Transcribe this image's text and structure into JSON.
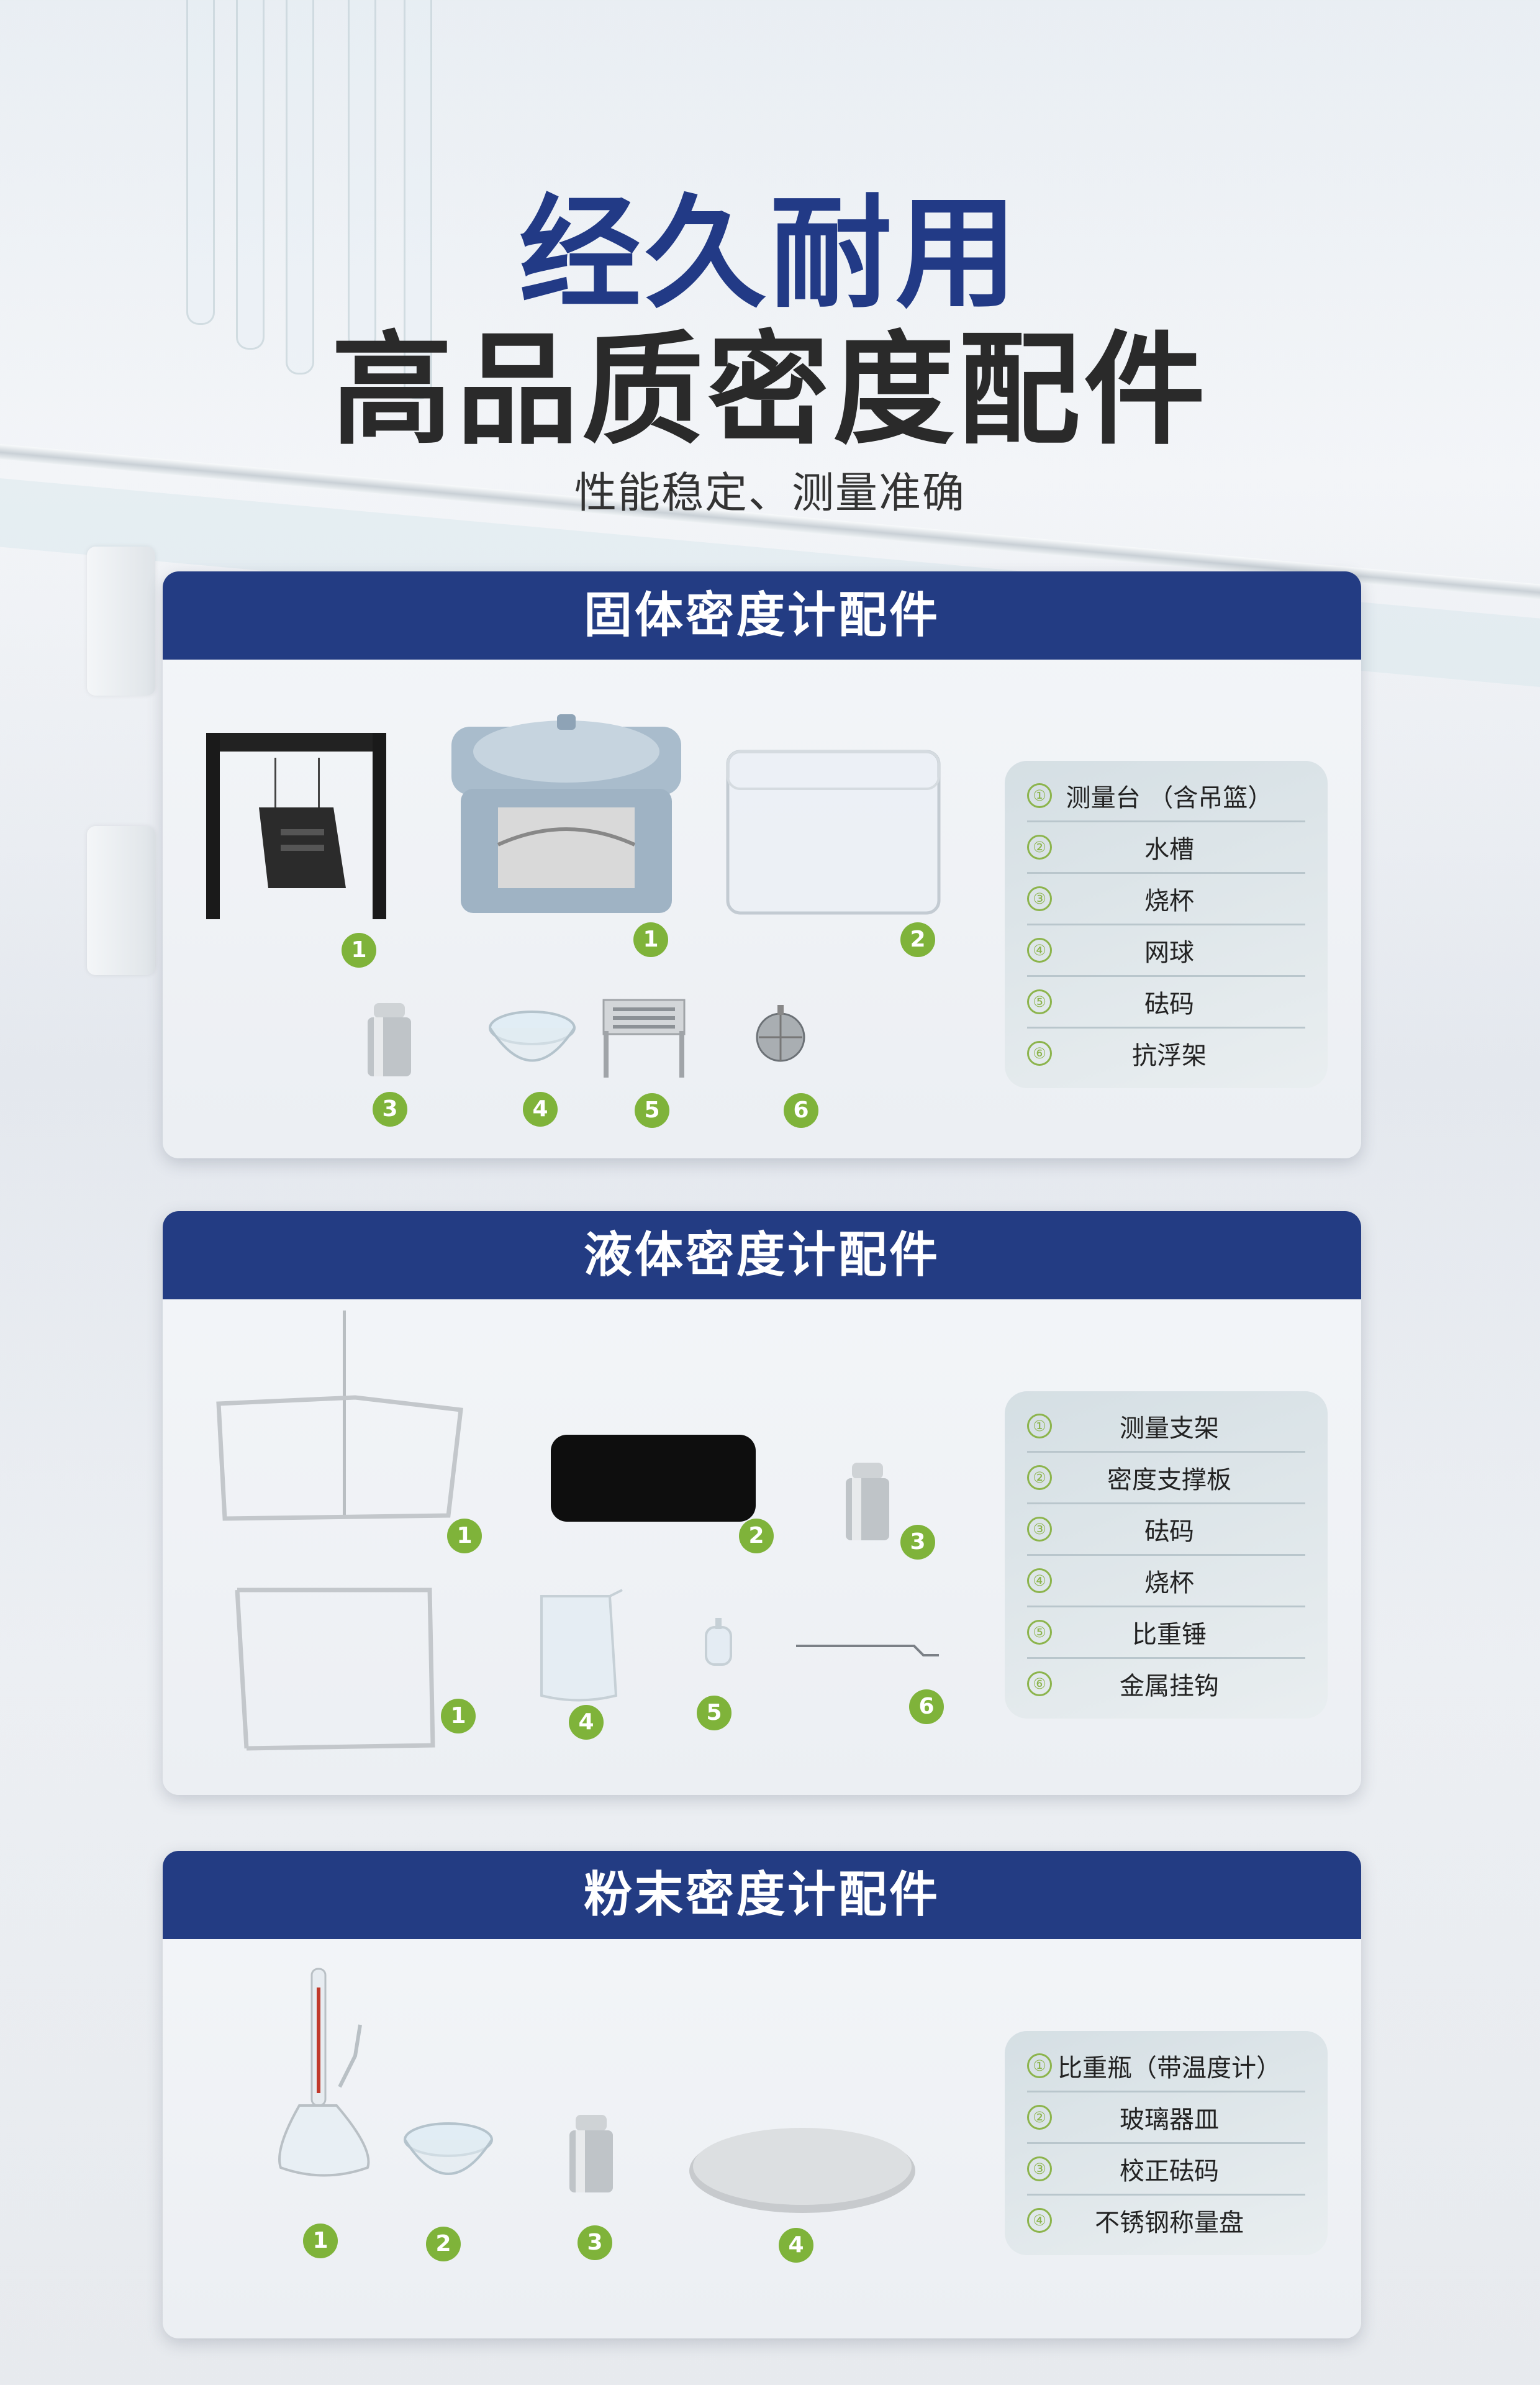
{
  "title_line1": "经久耐用",
  "title_line2": "高品质密度配件",
  "subtitle": "性能稳定、测量准确",
  "colors": {
    "header_blue": "#233c83",
    "title_blue": "#223a86",
    "badge_green": "#7fb33a",
    "legend_green": "#8cb44c"
  },
  "sections": [
    {
      "title": "固体密度计配件",
      "legend": [
        {
          "num": "①",
          "label": "测量台 （含吊篮）"
        },
        {
          "num": "②",
          "label": "水槽"
        },
        {
          "num": "③",
          "label": "烧杯"
        },
        {
          "num": "④",
          "label": "网球"
        },
        {
          "num": "⑤",
          "label": "砝码"
        },
        {
          "num": "⑥",
          "label": "抗浮架"
        }
      ],
      "badges": [
        "1",
        "1",
        "2",
        "3",
        "4",
        "5",
        "6"
      ]
    },
    {
      "title": "液体密度计配件",
      "legend": [
        {
          "num": "①",
          "label": "测量支架"
        },
        {
          "num": "②",
          "label": "密度支撑板"
        },
        {
          "num": "③",
          "label": "砝码"
        },
        {
          "num": "④",
          "label": "烧杯"
        },
        {
          "num": "⑤",
          "label": "比重锤"
        },
        {
          "num": "⑥",
          "label": "金属挂钩"
        }
      ],
      "badges": [
        "1",
        "2",
        "3",
        "1",
        "4",
        "5",
        "6"
      ]
    },
    {
      "title": "粉末密度计配件",
      "legend": [
        {
          "num": "①",
          "label": "比重瓶（带温度计）"
        },
        {
          "num": "②",
          "label": "玻璃器皿"
        },
        {
          "num": "③",
          "label": "校正砝码"
        },
        {
          "num": "④",
          "label": "不锈钢称量盘"
        }
      ],
      "badges": [
        "1",
        "2",
        "3",
        "4"
      ]
    }
  ]
}
